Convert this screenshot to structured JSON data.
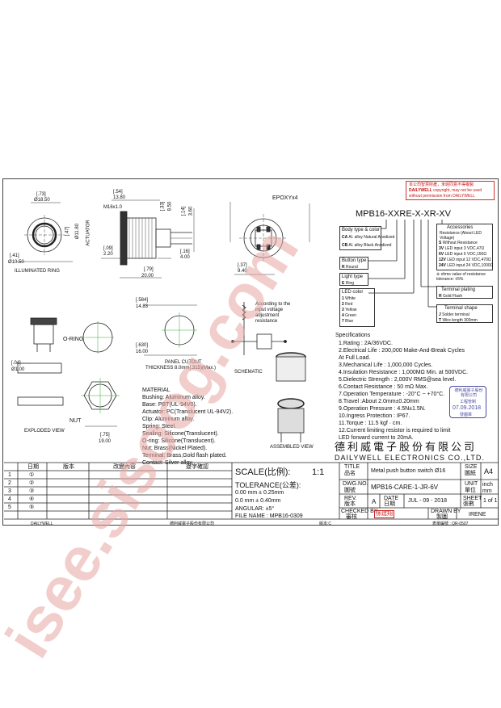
{
  "watermark": "isee.sisoog.com",
  "copyright": {
    "l1": "本公司智慧財產，未經同意不得複製",
    "l2a": "DAILYWELL",
    "l2b": " copyright, may not be used",
    "l3": "without permission from DAILYWELL"
  },
  "part_code": "MPB16-XXRE-X-XR-XV",
  "views": {
    "illuminated_ring": "ILLUMINATED RING",
    "actuator": "ACTUATOR",
    "epoxy": "EPOXYx4",
    "panel_cutout": "PANEL CUTOUT",
    "thickness": "THICKNESS 8.0mm(.315)(Max.)",
    "schematic": "SCHEMATIC",
    "resistance_note": "According to the input voltage adjustment resistance",
    "oring": "O-RING",
    "nut": "NUT",
    "exploded": "EXPLODED VIEW",
    "assembled": "ASSEMBLED VIEW"
  },
  "dims": {
    "d1": "[.73]",
    "d1b": "Ø18.50",
    "d2": "[.54]",
    "d2b": "13.80",
    "d3": "[.41]",
    "d3b": "Ø10.50",
    "d4": "M16x1.0",
    "d5": "[.09]",
    "d5b": "2.20",
    "d6": "[.79]",
    "d6b": "20.00",
    "d7": "[.16]",
    "d7b": "4.00",
    "d8": "[.37]",
    "d8b": "9.40",
    "d9": "[.584]",
    "d9b": "14.83",
    "d10": "[.630]",
    "d10b": "16.00",
    "d11": "[.04]",
    "d11b": "Ø1.00",
    "d12": "[.75]",
    "d12b": "19.00",
    "d13": "[.33]",
    "d13b": "8.50",
    "d14": "[.14]",
    "d14b": "3.60",
    "d15": "[.47]",
    "d15b": "Ø11.80"
  },
  "option_boxes": {
    "body_type": {
      "title": "Body type & color",
      "rows": [
        [
          "CA",
          "Al. alloy Natural Anodized"
        ],
        [
          "CB",
          "Al. alloy Black Anodized"
        ]
      ]
    },
    "button_type": {
      "title": "Button type",
      "rows": [
        [
          "R",
          "Round"
        ]
      ]
    },
    "light_type": {
      "title": "Light type",
      "rows": [
        [
          "E",
          "Ring"
        ]
      ]
    },
    "led_color": {
      "title": "LED color",
      "rows": [
        [
          "1",
          "White"
        ],
        [
          "2",
          "Red"
        ],
        [
          "3",
          "Yellow"
        ],
        [
          "4",
          "Green"
        ],
        [
          "7",
          "Blue"
        ]
      ]
    },
    "accessories": {
      "title": "Accessories",
      "rows": [
        [
          "",
          "Resistance (About LED Voltage)"
        ],
        [
          "S",
          "Without Resistance"
        ],
        [
          "3V",
          "LED input 3 VDC,47Ω"
        ],
        [
          "6V",
          "LED input 6 VDC,150Ω"
        ],
        [
          "12V",
          "LED input 12 VDC,470Ω"
        ],
        [
          "24V",
          "LED input 24 VDC,1000Ω"
        ]
      ],
      "note": "※ ohms value of resistance tolerance: ±5%"
    },
    "terminal_plating": {
      "title": "Terminal plating",
      "rows": [
        [
          "R",
          "Gold Flash"
        ]
      ]
    },
    "terminal_shape": {
      "title": "Terminal shape",
      "rows": [
        [
          "J",
          "Solder terminal"
        ],
        [
          "T",
          "Wire length 300mm"
        ]
      ]
    }
  },
  "specifications": {
    "title": "Specifications",
    "lines": [
      "1.Rating : 2A/36VDC.",
      "2.Electrical Life : 200,000 Make-And-Break Cycles",
      "    At Full Load.",
      "3.Mechanical Life : 1,000,000 Cycles.",
      "4.Insulation Resistance : 1,000MΩ Min. at 500VDC.",
      "5.Dielectric Strength : 2,000V RMS@sea level.",
      "6.Contact Resistance : 50 mΩ Max.",
      "7.Operation Temperature : -20°C ~ +70°C.",
      "8.Travel :About 2.0mm±0.20mm",
      "9.Operation Pressure : 4.5N±1.5N.",
      "10.Ingress Protection : IP67.",
      "11.Torque : 11.5 kgf · cm.",
      "12.Current limiting resistor is required to limit",
      "    LED forward current to 20mA."
    ]
  },
  "material": {
    "title": "MATERIAL",
    "lines": [
      "Bushing: Aluminum alloy.",
      "Base: PBT(UL-94V0).",
      "Actuator: PC(Translucent UL-94V2).",
      "Clip: Aluminum alloy.",
      "Spring: Steel.",
      "Sealing: Silicone(Translucent).",
      "O-ring: Silicone(Translucent).",
      "Nut: Brass(Nickel Plated).",
      "Terminal: Brass,Gold flash plated.",
      "Contact: Silver alloy."
    ]
  },
  "stamp": {
    "company": "德利威電子股份有限公司",
    "label1": "工程管制",
    "date": "07.09.2018",
    "label2": "發圖章"
  },
  "company": {
    "cn": "德利威電子股份有限公司",
    "en": "DAILYWELL ELECTRONICS CO.,LTD."
  },
  "revision_table": {
    "headers": [
      "",
      "日期",
      "版本",
      "改變內容",
      "簽字確認"
    ],
    "rows": [
      [
        "1",
        "①"
      ],
      [
        "2",
        "②"
      ],
      [
        "3",
        "③"
      ],
      [
        "4",
        "④"
      ],
      [
        "5",
        "⑤"
      ]
    ]
  },
  "title_block": {
    "scale_label": "SCALE(比例):",
    "scale_value": "1:1",
    "tolerance_label": "TOLERANCE(公差):",
    "tol1": "0.00  mm ± 0.25mm",
    "tol2": "0.0    mm ± 0.40mm",
    "angular": "ANGULAR: ±5°",
    "file_name": "FILE NAME : MPB16-0309",
    "title_label": "TITLE",
    "title_label_cn": "品名",
    "title_value": "Metal push button switch Ø16",
    "size_label": "SIZE",
    "size_label_cn": "圖紙",
    "size_value": "A4",
    "dwg_label": "DWG.NO.",
    "dwg_label_cn": "圖號",
    "dwg_value": "MPB16-CARE-1-JR-6V",
    "unit_label": "UNIT",
    "unit_label_cn": "單位",
    "unit_value": "inch mm",
    "rev_label": "REV.",
    "rev_label_cn": "版本",
    "rev_value": "A",
    "date_label": "DATE",
    "date_label_cn": "日期",
    "date_value": "JUL - 09 - 2018",
    "sheet_label": "SHEET",
    "sheet_label_cn": "張數",
    "sheet_value": "1 of 1",
    "checked_label": "CHECKED BY",
    "checked_label_cn": "審核",
    "checked_value": "孫建翔",
    "drawn_label": "DRAWN BY",
    "drawn_label_cn": "製圖",
    "drawn_value": "IRENE"
  },
  "footer": {
    "left": "DAILYWELL",
    "center": "德利威電子股份有限公司",
    "version": "版本:C",
    "form": "表單編號 : QR-0507"
  }
}
